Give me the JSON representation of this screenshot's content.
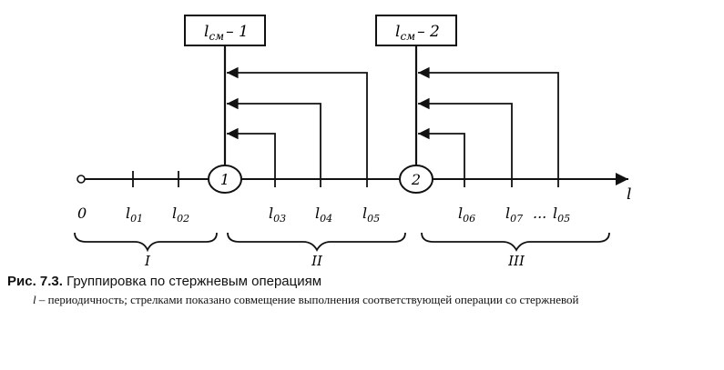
{
  "diagram": {
    "axis_label": "l",
    "rod_boxes": [
      {
        "id": "box1",
        "text": "l",
        "subscript": "см",
        "suffix": "– 1"
      },
      {
        "id": "box2",
        "text": "l",
        "subscript": "см",
        "suffix": "– 2"
      }
    ],
    "rod_nodes": [
      "1",
      "2"
    ],
    "ticks": [
      {
        "base": "0",
        "sub": ""
      },
      {
        "base": "l",
        "sub": "01"
      },
      {
        "base": "l",
        "sub": "02"
      },
      {
        "base": "l",
        "sub": "03"
      },
      {
        "base": "l",
        "sub": "04"
      },
      {
        "base": "l",
        "sub": "05"
      },
      {
        "base": "l",
        "sub": "06"
      },
      {
        "base": "l",
        "sub": "07"
      },
      {
        "base": "l",
        "sub": "05"
      }
    ],
    "ellipsis": "...",
    "groups": [
      "I",
      "II",
      "III"
    ]
  },
  "caption": {
    "label": "Рис. 7.3.",
    "title": " Группировка по стержневым операциям",
    "note_symbol": "l",
    "note_text": " – периодичность; стрелками показано совмещение выполнения соответствующей операции со стержневой"
  }
}
